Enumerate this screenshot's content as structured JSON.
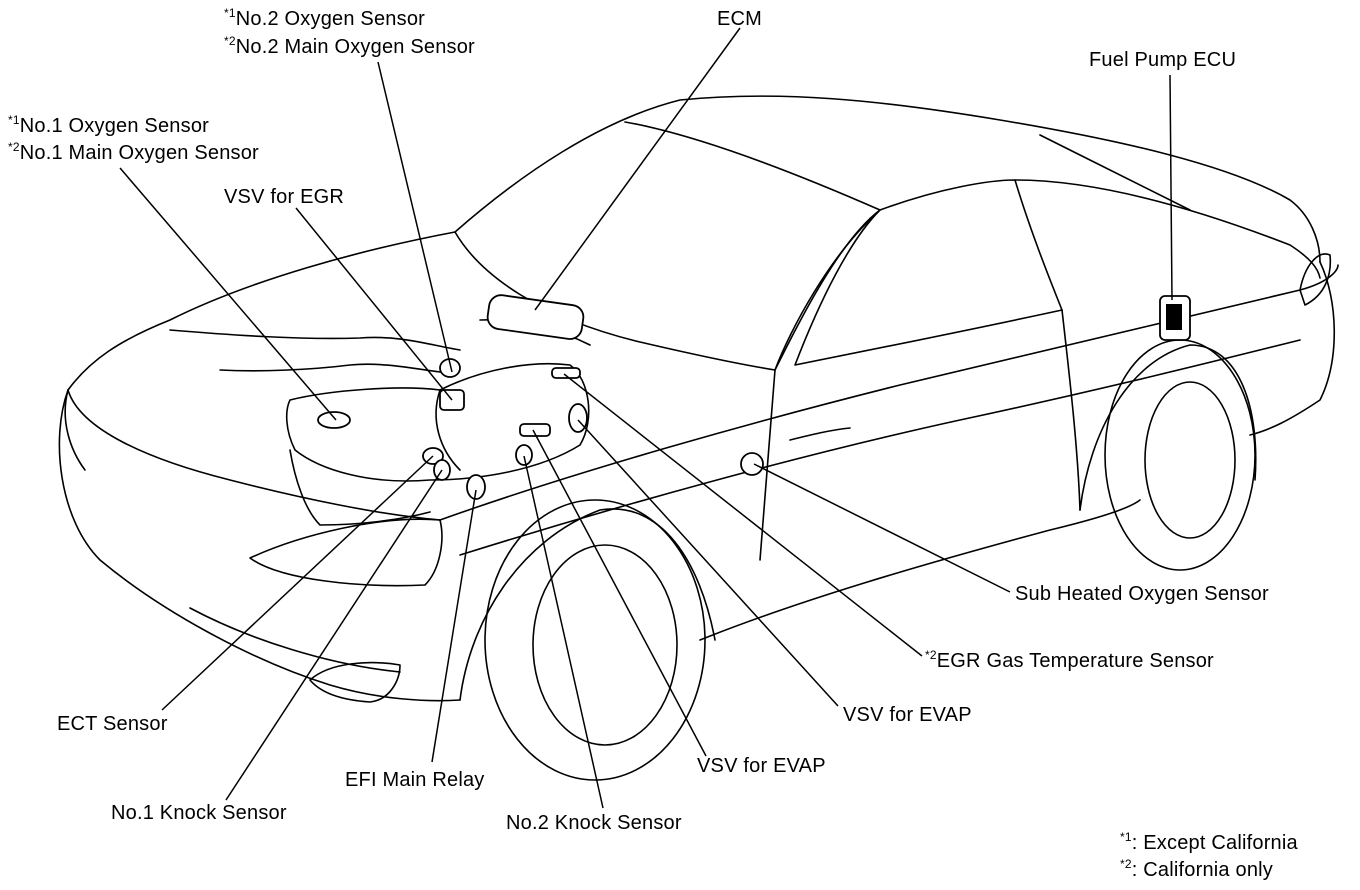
{
  "labels": {
    "no2_oxygen_sensor": {
      "marker": "*1",
      "text": "No.2 Oxygen Sensor"
    },
    "no2_main_oxygen_sensor": {
      "marker": "*2",
      "text": "No.2 Main Oxygen Sensor"
    },
    "ecm": {
      "text": "ECM"
    },
    "fuel_pump_ecu": {
      "text": "Fuel Pump ECU"
    },
    "no1_oxygen_sensor": {
      "marker": "*1",
      "text": "No.1 Oxygen Sensor"
    },
    "no1_main_oxygen_sensor": {
      "marker": "*2",
      "text": "No.1 Main Oxygen Sensor"
    },
    "vsv_for_egr": {
      "text": "VSV for EGR"
    },
    "sub_heated_oxygen_sensor": {
      "text": "Sub Heated Oxygen Sensor"
    },
    "egr_gas_temperature_sensor": {
      "marker": "*2",
      "text": "EGR Gas Temperature Sensor"
    },
    "vsv_for_evap_right": {
      "text": "VSV for EVAP"
    },
    "vsv_for_evap_center": {
      "text": "VSV for EVAP"
    },
    "ect_sensor": {
      "text": "ECT Sensor"
    },
    "efi_main_relay": {
      "text": "EFI Main Relay"
    },
    "no1_knock_sensor": {
      "text": "No.1 Knock Sensor"
    },
    "no2_knock_sensor": {
      "text": "No.2 Knock Sensor"
    }
  },
  "notes": [
    {
      "marker": "*1",
      "text": ": Except California"
    },
    {
      "marker": "*2",
      "text": ": California only"
    }
  ]
}
